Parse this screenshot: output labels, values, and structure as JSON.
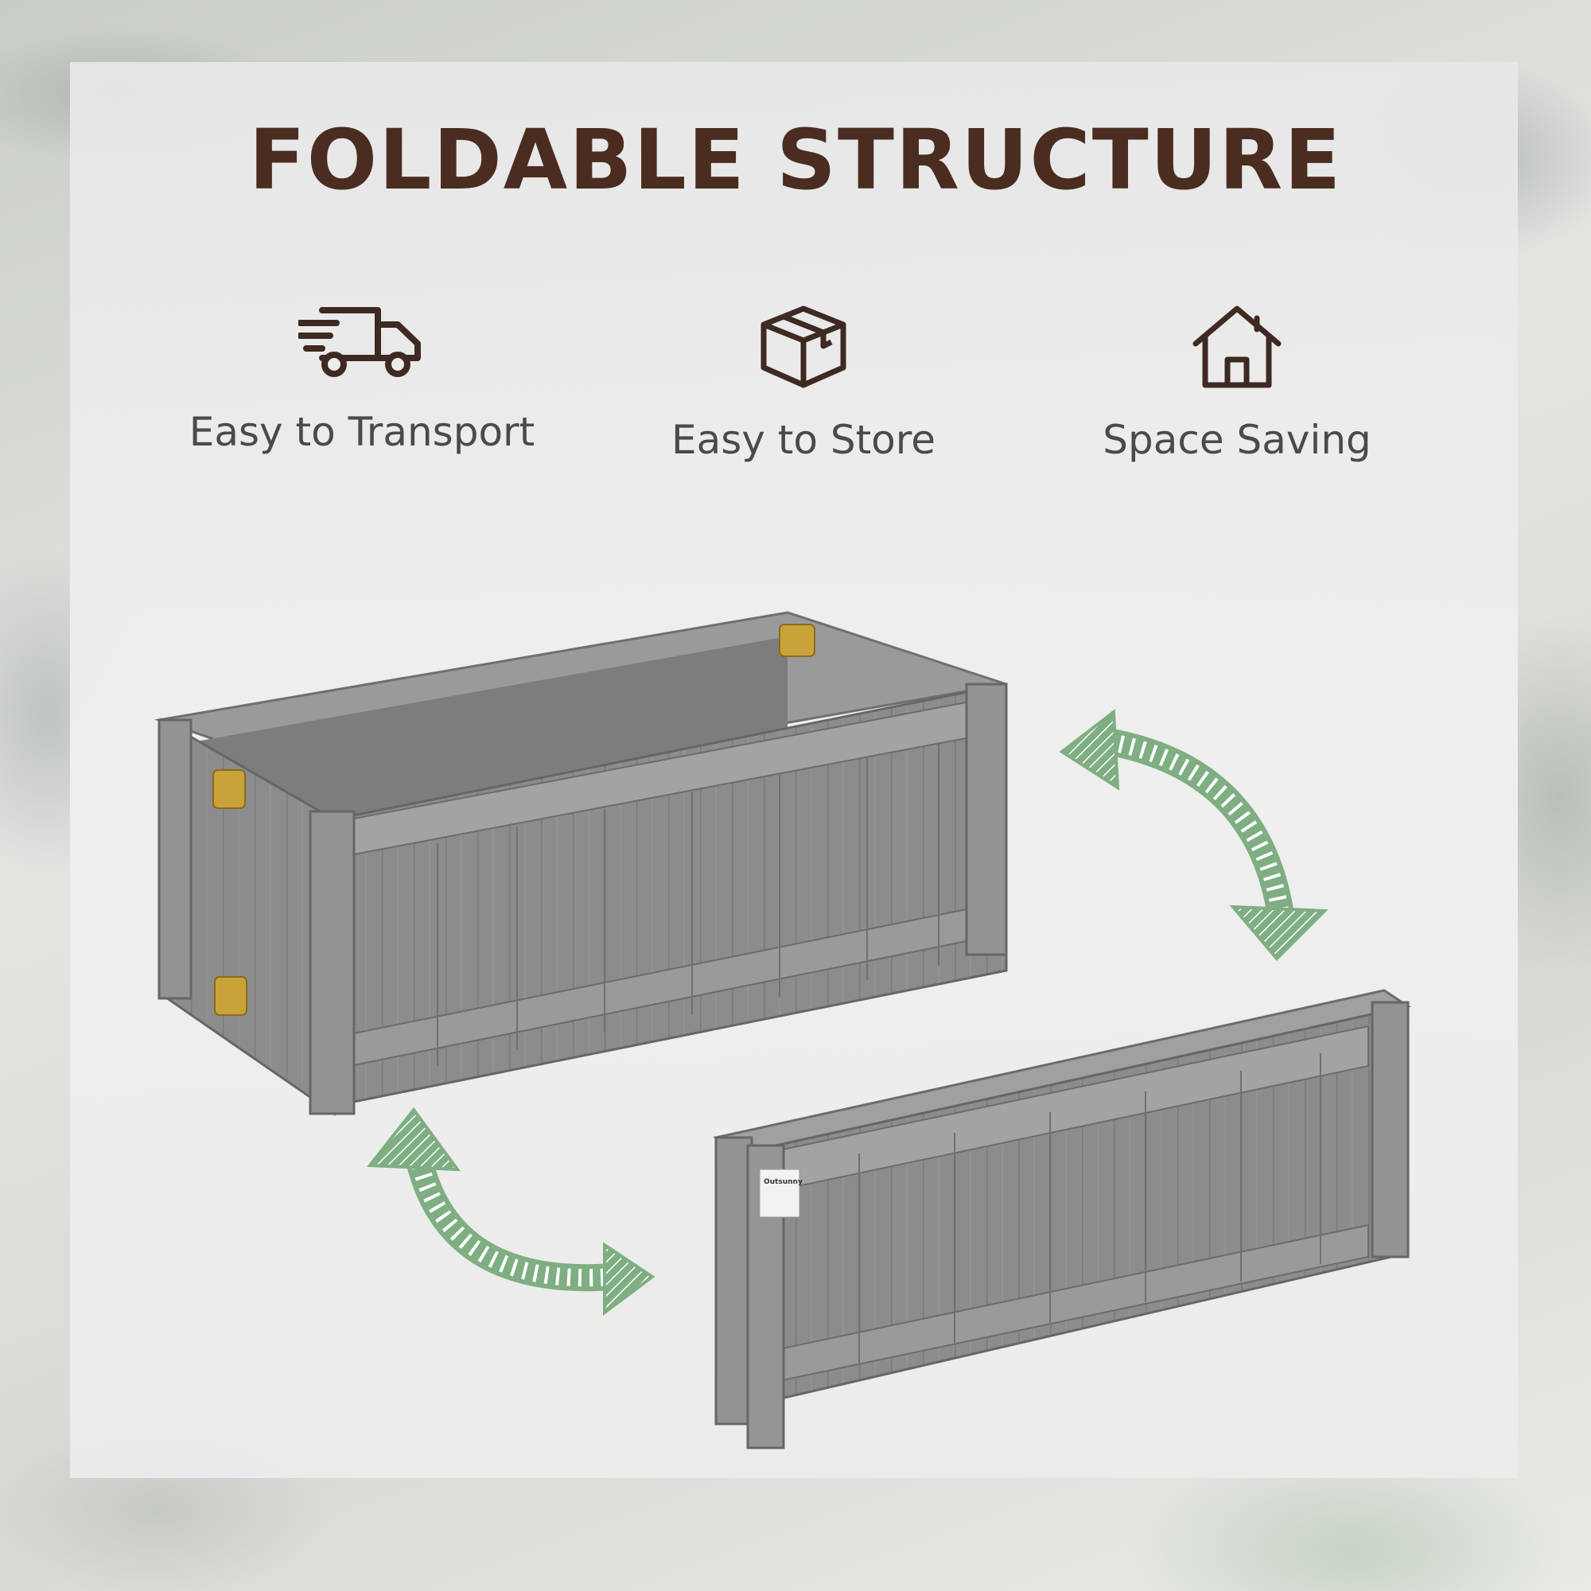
{
  "title": "FOLDABLE STRUCTURE",
  "features": [
    {
      "icon": "truck-icon",
      "label": "Easy to Transport"
    },
    {
      "icon": "box-icon",
      "label": "Easy to Store"
    },
    {
      "icon": "house-icon",
      "label": "Space Saving"
    }
  ],
  "label_brand": "Outsunny",
  "colors": {
    "title": "#4b2c20",
    "icon": "#3e2a22",
    "label": "#4a4a4a",
    "arrow": "#7fae82",
    "wood": "#8a8a8a"
  }
}
